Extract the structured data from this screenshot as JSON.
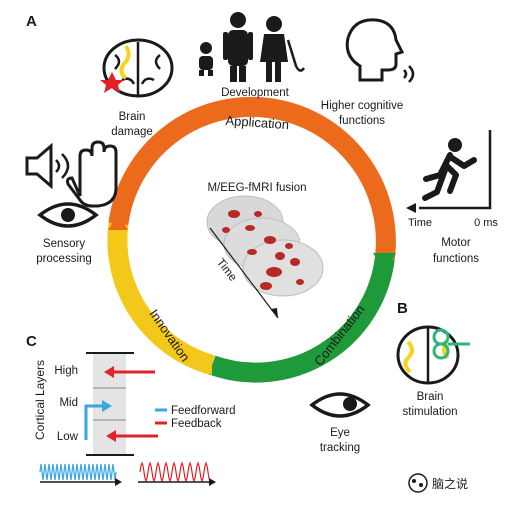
{
  "panel_labels": {
    "a": "A",
    "b": "B",
    "c": "C"
  },
  "center": {
    "title": "M/EEG-fMRI fusion",
    "arrow_label": "Time"
  },
  "ring": {
    "segments": [
      {
        "label": "Application",
        "color": "#ec6a1c"
      },
      {
        "label": "Combination",
        "color": "#1f9a3a"
      },
      {
        "label": "Innovation",
        "color": "#f4c81a"
      }
    ]
  },
  "topics": {
    "brain_damage": [
      "Brain",
      "damage"
    ],
    "development": "Development",
    "higher_cognitive": [
      "Higher cognitive",
      "functions"
    ],
    "sensory": [
      "Sensory",
      "processing"
    ],
    "motor": [
      "Motor",
      "functions"
    ],
    "motor_axis": {
      "start": "Time",
      "end": "0 ms"
    },
    "brain_stimulation": [
      "Brain",
      "stimulation"
    ],
    "eye_tracking": [
      "Eye",
      "tracking"
    ]
  },
  "layers": {
    "axis_title": "Cortical Layers",
    "levels": [
      "High",
      "Mid",
      "Low"
    ],
    "legend": [
      {
        "label": "Feedforward",
        "color": "#3aa7df"
      },
      {
        "label": "Feedback",
        "color": "#e0232a"
      }
    ]
  },
  "watermark": "脑之说"
}
